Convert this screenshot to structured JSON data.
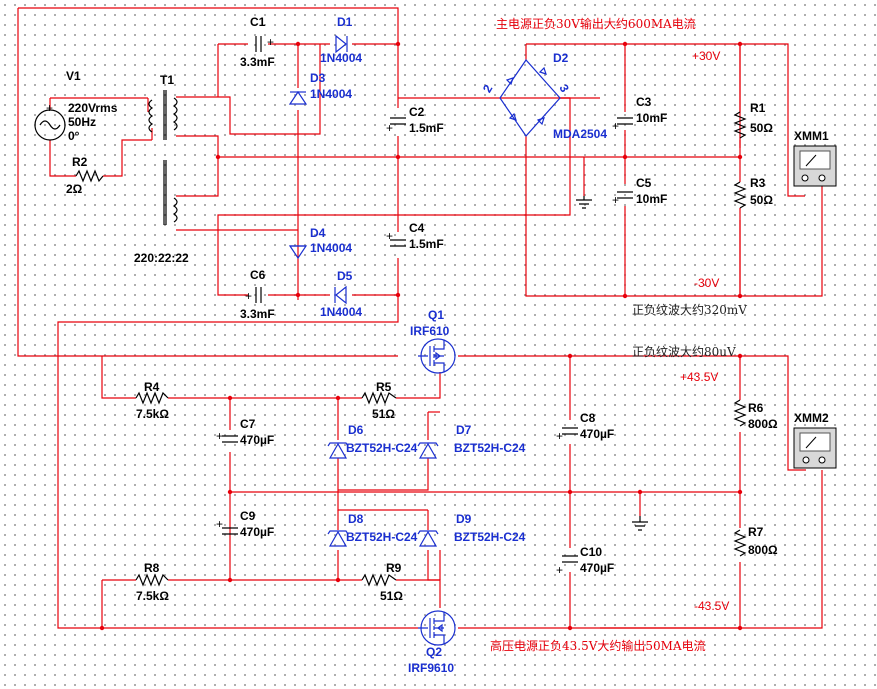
{
  "labels": {
    "V1": "V1",
    "V1_volt": "220Vrms",
    "V1_freq": "50Hz",
    "V1_phase": "0°",
    "R2": "R2",
    "R2_val": "2Ω",
    "T1": "T1",
    "T1_ratio": "220:22:22",
    "C1": "C1",
    "C1_val": "3.3mF",
    "C2": "C2",
    "C2_val": "1.5mF",
    "C3": "C3",
    "C3_val": "10mF",
    "C4": "C4",
    "C4_val": "1.5mF",
    "C5": "C5",
    "C5_val": "10mF",
    "C6": "C6",
    "C6_val": "3.3mF",
    "C7": "C7",
    "C7_val": "470µF",
    "C8": "C8",
    "C8_val": "470µF",
    "C9": "C9",
    "C9_val": "470µF",
    "C10": "C10",
    "C10_val": "470µF",
    "D1": "D1",
    "D1_val": "1N4004",
    "D2": "D2",
    "D2_val": "MDA2504",
    "D3": "D3",
    "D3_val": "1N4004",
    "D4": "D4",
    "D4_val": "1N4004",
    "D5": "D5",
    "D5_val": "1N4004",
    "D6": "D6",
    "D6_val": "BZT52H-C24",
    "D7": "D7",
    "D7_val": "BZT52H-C24",
    "D8": "D8",
    "D8_val": "BZT52H-C24",
    "D9": "D9",
    "D9_val": "BZT52H-C24",
    "R1": "R1",
    "R1_val": "50Ω",
    "R3": "R3",
    "R3_val": "50Ω",
    "R4": "R4",
    "R4_val": "7.5kΩ",
    "R5": "R5",
    "R5_val": "51Ω",
    "R6": "R6",
    "R6_val": "800Ω",
    "R7": "R7",
    "R7_val": "800Ω",
    "R8": "R8",
    "R8_val": "7.5kΩ",
    "R9": "R9",
    "R9_val": "51Ω",
    "Q1": "Q1",
    "Q1_val": "IRF610",
    "Q2": "Q2",
    "Q2_val": "IRF9610",
    "XMM1": "XMM1",
    "XMM2": "XMM2",
    "v_p30": "+30V",
    "v_m30": "-30V",
    "v_p43": "+43.5V",
    "v_m43": "-43.5V",
    "bridge_pin": "2",
    "bridge_pin4": "4",
    "bridge_pin3": "3"
  },
  "notes": {
    "main_supply": "主电源正负30V输出大约600MA电流",
    "ripple_30": "正负纹波大约320mV",
    "ripple_43": "正负纹波大约80uV",
    "hv_supply": "高压电源正负43.5V大约输出50MA电流"
  },
  "colors": {
    "wire": "#e8000b",
    "component_blue": "#1a2fd0",
    "component_black": "#000000",
    "grid_dot": "#9a9a9a"
  }
}
